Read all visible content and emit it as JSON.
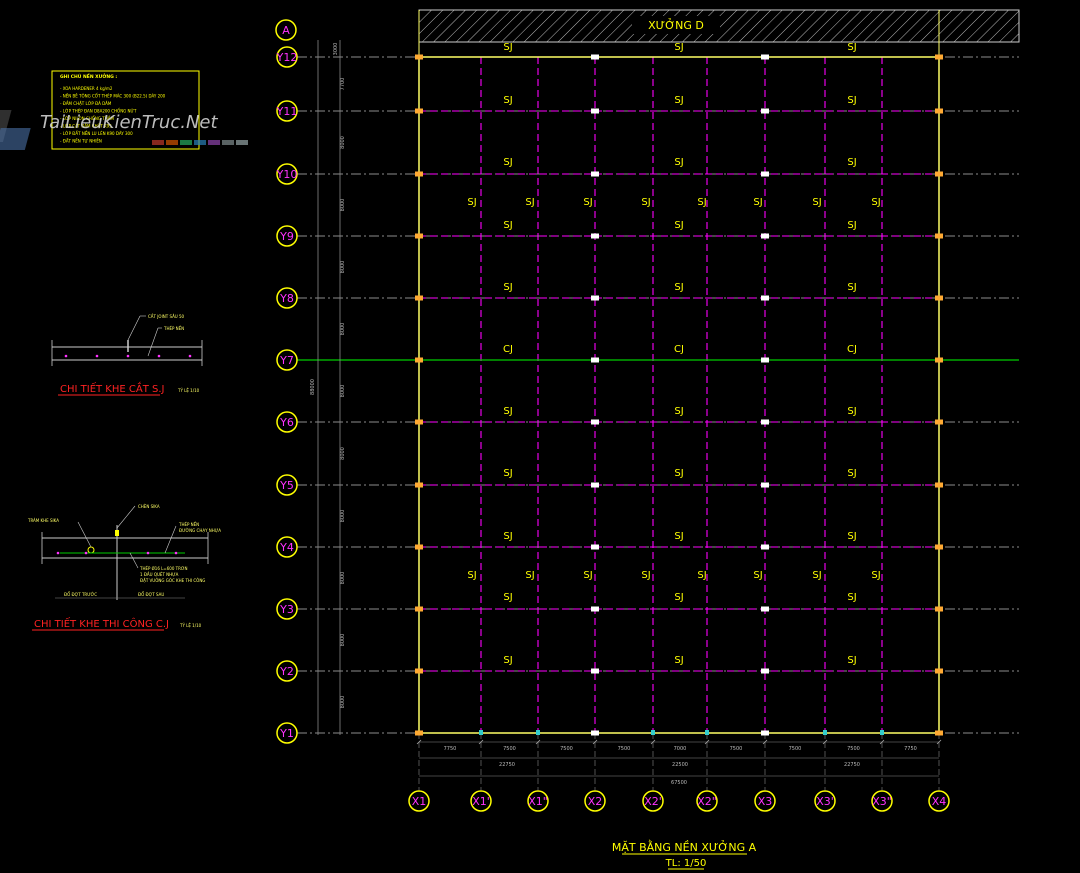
{
  "plan": {
    "grid_marker": "A",
    "building_label": "XƯỞNG D",
    "row_labels": [
      "Y12",
      "Y11",
      "Y10",
      "Y9",
      "Y8",
      "Y7",
      "Y6",
      "Y5",
      "Y4",
      "Y3",
      "Y2",
      "Y1"
    ],
    "col_labels": [
      "X1",
      "X1'",
      "X1\"",
      "X2",
      "X2'",
      "X2\"",
      "X3",
      "X3'",
      "X3\"",
      "X4"
    ],
    "col_dims": [
      "7750",
      "7500",
      "7500",
      "7500",
      "7000",
      "7500",
      "7500",
      "7500",
      "7750"
    ],
    "group_dims": [
      "22750",
      "22500",
      "22750"
    ],
    "total_dim": "67500",
    "row_dims": [
      "7700",
      "8000",
      "8000",
      "8000",
      "8000",
      "8000",
      "8000",
      "8000",
      "8000",
      "8000",
      "8000"
    ],
    "vertical_total": "88000",
    "top_offset": "3000",
    "joint_sj": "SJ",
    "joint_cj": "CJ",
    "title": "MẶT BẰNG NỀN XƯỞNG A",
    "scale": "TL: 1/50"
  },
  "notes": {
    "heading": "GHI CHÚ NỀN XƯỞNG :",
    "lines": [
      "- XOA HARDENER 4 kg/m2",
      "- NỀN BÊ TÔNG CỐT THÉP MÁC 300 (B22.5) DÀY 200",
      "- ĐẦM CHẶT LỚP ĐÁ DĂM",
      "- LỚP THÉP ĐAN D8A200 CHỐNG NỨT",
      "- LỚP NILON CHỐNG THẤM",
      "- LỚP CÁT ĐẦM CHẶT K95",
      "- LỚP ĐẤT NỀN LU LÈN K90 DÀY 300",
      "- ĐẤT NỀN TỰ NHIÊN"
    ]
  },
  "watermark": "TaiLieuKienTruc.Net",
  "detail_sj": {
    "title": "CHI TIẾT KHE CẮT S.J",
    "scale": "TỶ LỆ 1/10",
    "label_1": "CẮT JOINT SÂU 50",
    "label_2": "THÉP NỀN"
  },
  "detail_cj": {
    "title": "CHI TIẾT KHE THI CÔNG C.J",
    "scale": "TỶ LỆ 1/10",
    "label_left": "TRÁM KHE SIKA",
    "label_center": "CHÈN SIKA",
    "label_right_1": "THÉP NỀN",
    "label_right_2": "ĐƯỜNG CHẠY NHỰA",
    "label_below_1": "THÉP Ø16 L=600 TRƠN",
    "label_below_2": "1 ĐẦU QUÉT NHỰA",
    "label_below_3": "ĐẶT VUÔNG GÓC KHE THI CÔNG",
    "label_foot_left": "ĐỔ ĐỢT TRƯỚC",
    "label_foot_right": "ĐỔ ĐỢT SAU"
  },
  "colors": {
    "background": "#000000",
    "joint_lines": "#ff00ff",
    "frame": "#ffff66",
    "axis_bubble": "#ffff00",
    "axis_label": "#ff33ff",
    "grid_dash": "#cccccc",
    "section_line": "#00cc00",
    "title_red": "#ff2222",
    "dim": "#bbbbbb"
  }
}
